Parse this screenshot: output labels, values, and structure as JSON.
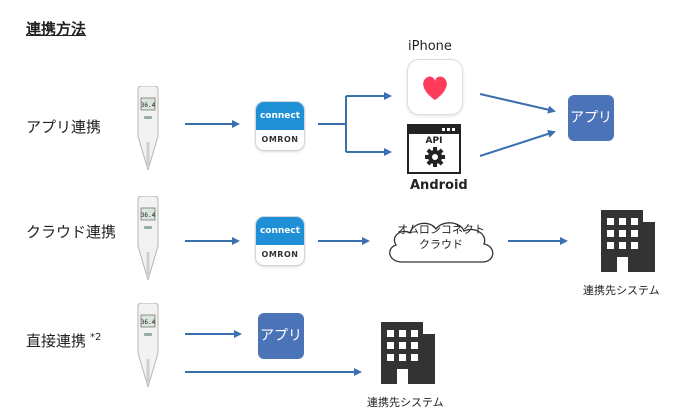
{
  "title": "連携方法",
  "rows": {
    "app": {
      "label": "アプリ連携"
    },
    "cloud": {
      "label": "クラウド連携"
    },
    "direct": {
      "label": "直接連携",
      "footnote": "*2"
    }
  },
  "thermometer": {
    "reading": "36.4"
  },
  "connect_app": {
    "line1": "connect",
    "line2": "OMRON"
  },
  "platforms": {
    "ios": "iPhone",
    "android": "Android"
  },
  "api_icon_text": "API",
  "app_icon_text": "アプリ",
  "cloud": {
    "line1": "オムロンコネクト",
    "line2": "クラウド"
  },
  "partner_system": "連携先システム",
  "colors": {
    "arrow": "#3b6fb0",
    "app_icon": "#4a73b8",
    "connect_top": "#1f8fd6",
    "heart": "#ff3b5c",
    "building": "#333333"
  },
  "icons": [
    "thermometer-icon",
    "omron-connect-icon",
    "apple-health-icon",
    "api-window-icon",
    "app-icon",
    "cloud-icon",
    "building-icon"
  ]
}
